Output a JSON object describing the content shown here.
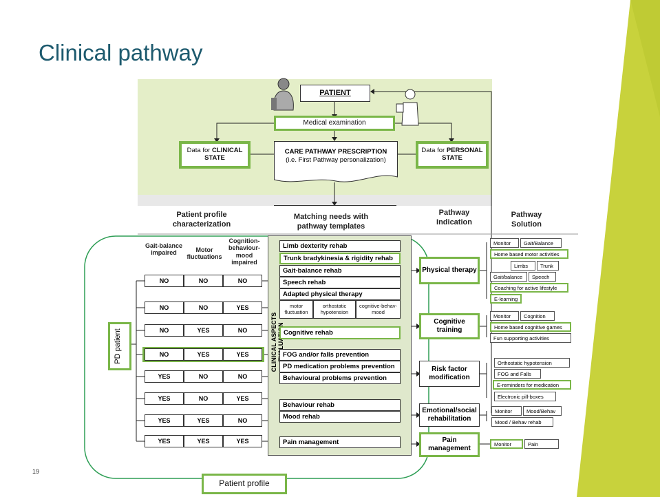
{
  "slide": {
    "title": "Clinical pathway",
    "slide_number": "19",
    "colors": {
      "accent_green": "#7ab648",
      "title_teal": "#1d5a6e",
      "deco_yellow": "#c8d23c"
    }
  },
  "top_flow": {
    "patient": "PATIENT",
    "medical_exam": "Medical examination",
    "clinical_state_prefix": "Data for ",
    "clinical_state_bold": "CLINICAL STATE",
    "care_prescription_bold": "CARE PATHWAY PRESCRIPTION",
    "care_prescription_sub": "(i.e. First Pathway personalization)",
    "personal_state_prefix": "Data for ",
    "personal_state_bold": "PERSONAL STATE"
  },
  "headers": {
    "profile": "Patient profile characterization",
    "matching": "Matching needs with pathway templates",
    "indication": "Pathway Indication",
    "solution": "Pathway Solution"
  },
  "profile_columns": [
    "Gait-balance impaired",
    "Motor fluctuations",
    "Cognition-behaviour-mood impaired"
  ],
  "profile_rows": [
    [
      "NO",
      "NO",
      "NO"
    ],
    [
      "NO",
      "NO",
      "YES"
    ],
    [
      "NO",
      "YES",
      "NO"
    ],
    [
      "NO",
      "YES",
      "YES"
    ],
    [
      "YES",
      "NO",
      "NO"
    ],
    [
      "YES",
      "NO",
      "YES"
    ],
    [
      "YES",
      "YES",
      "NO"
    ],
    [
      "YES",
      "YES",
      "YES"
    ]
  ],
  "pd_patient": "PD patient",
  "patient_profile": "Patient profile",
  "clinical_aspects": "CLINICAL ASPECTS EVALUATION",
  "templates": {
    "limb": "Limb dexterity rehab",
    "trunk": "Trunk bradykinesia & rigidity rehab",
    "gait": "Gait-balance rehab",
    "speech": "Speech rehab",
    "adapted": "Adapted physical therapy",
    "sub_motor": "motor fluctuation",
    "sub_ortho": "orthostatic hypotension",
    "sub_cog": "cognitive-behav-mood",
    "cognitive": "Cognitive rehab",
    "fog": "FOG and/or falls prevention",
    "pdmed": "PD medication problems prevention",
    "behav_prev": "Behavioural problems prevention",
    "behav_rehab": "Behaviour rehab",
    "mood": "Mood rehab",
    "pain": "Pain management"
  },
  "indications": {
    "physical": "Physical therapy",
    "cognitive": "Cognitive training",
    "risk": "Risk factor modification",
    "emotional": "Emotional/social rehabilitation",
    "pain": "Pain management"
  },
  "solutions": {
    "monitor1": "Monitor",
    "gait_balance1": "Gait/Balance",
    "home_motor": "Home based motor activities",
    "limbs": "Limbs",
    "trunk": "Trunk",
    "gait_balance2": "Gait/balance",
    "speech": "Speech",
    "coaching": "Coaching for active lifestyle",
    "elearning": "E-learning",
    "monitor2": "Monitor",
    "cognition": "Cognition",
    "home_cog": "Home based cognitive games",
    "fun": "Fun supporting activities",
    "ortho": "Orthostatic hypotension",
    "fog_falls": "FOG and Falls",
    "ereminders": "E-reminders for medication",
    "pillboxes": "Electronic pill-boxes",
    "monitor3": "Monitor",
    "mood_behav": "Mood/Behav",
    "mood_behav_rehab": "Mood / Behav rehab",
    "monitor4": "Monitor",
    "pain": "Pain"
  }
}
